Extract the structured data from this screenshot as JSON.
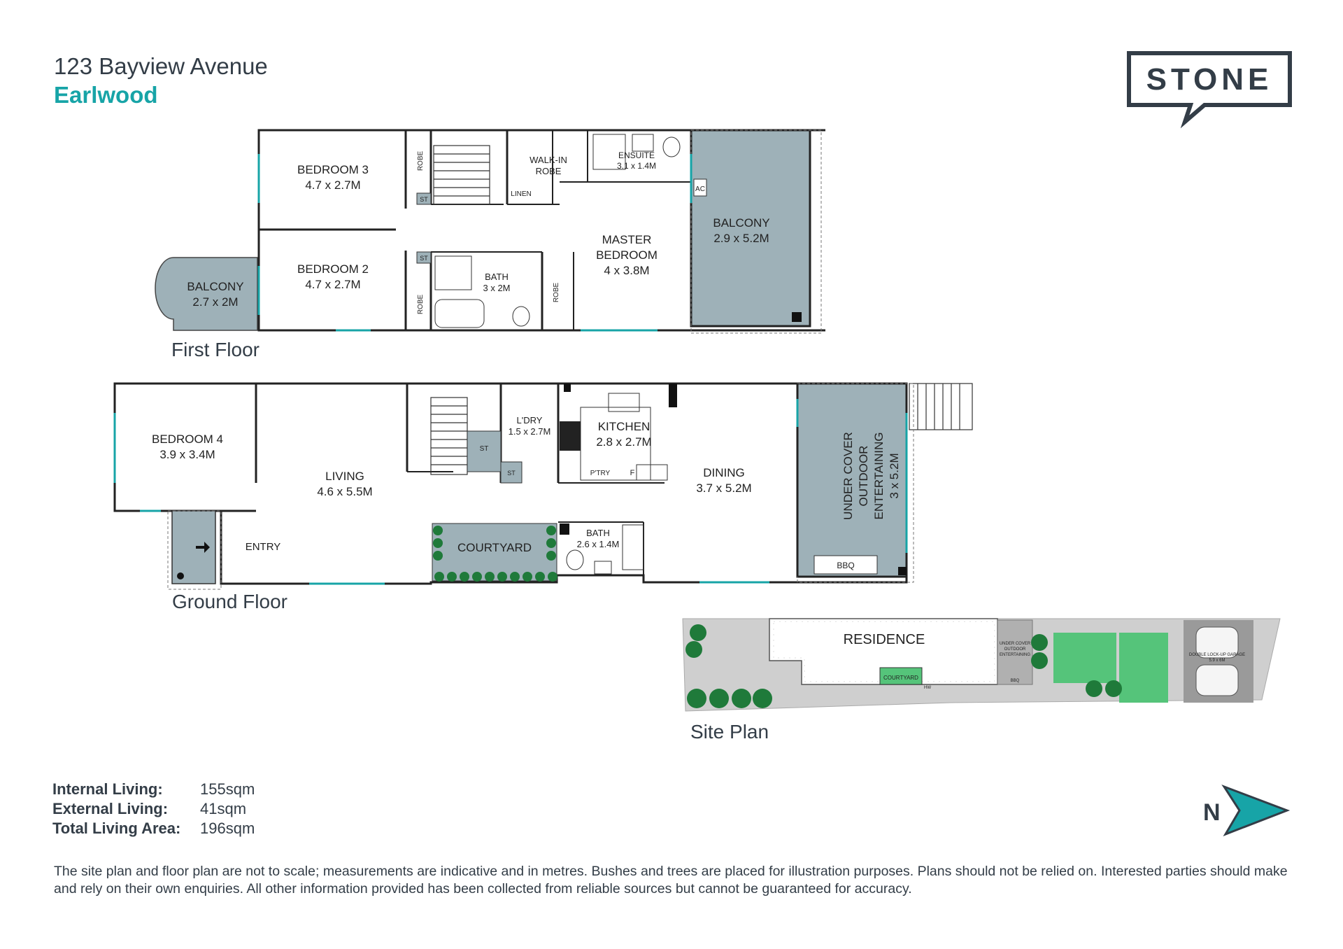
{
  "header": {
    "street": "123 Bayview Avenue",
    "suburb": "Earlwood",
    "brand": "STONE"
  },
  "floors": {
    "first_floor_label": "First Floor",
    "ground_floor_label": "Ground Floor",
    "site_plan_label": "Site Plan"
  },
  "first_floor_rooms": [
    {
      "name": "BEDROOM 3",
      "size": "4.7 x 2.7M"
    },
    {
      "name": "BEDROOM 2",
      "size": "4.7 x 2.7M"
    },
    {
      "name": "BALCONY",
      "size": "2.7 x 2M"
    },
    {
      "name": "BATH",
      "size": "3 x 2M"
    },
    {
      "name": "WALK-IN",
      "size": "ROBE"
    },
    {
      "name": "ENSUITE",
      "size": "3.1 x 1.4M"
    },
    {
      "name": "MASTER",
      "size": "BEDROOM"
    },
    {
      "name": "BALCONY",
      "size": "2.9 x 5.2M"
    }
  ],
  "first_floor_extra": {
    "master_size": "4 x 3.8M",
    "linen": "LINEN",
    "robe": "ROBE",
    "st": "ST",
    "ac": "AC"
  },
  "ground_floor_rooms": [
    {
      "name": "BEDROOM 4",
      "size": "3.9 x 3.4M"
    },
    {
      "name": "LIVING",
      "size": "4.6 x 5.5M"
    },
    {
      "name": "L'DRY",
      "size": "1.5 x 2.7M"
    },
    {
      "name": "KITCHEN",
      "size": "2.8 x 2.7M"
    },
    {
      "name": "DINING",
      "size": "3.7 x 5.2M"
    },
    {
      "name": "BATH",
      "size": "2.6 x 1.4M"
    }
  ],
  "ground_floor_extra": {
    "entry": "ENTRY",
    "courtyard": "COURTYARD",
    "ptry": "P'TRY",
    "fridge": "F",
    "bbq": "BBQ",
    "st": "ST",
    "outdoor_line1": "UNDER COVER",
    "outdoor_line2": "OUTDOOR",
    "outdoor_line3": "ENTERTAINING",
    "outdoor_size": "3 x 5.2M"
  },
  "site_plan": {
    "residence": "RESIDENCE",
    "courtyard": "COURTYARD",
    "hw": "HW",
    "bbq": "BBQ",
    "outdoor_line1": "UNDER COVER",
    "outdoor_line2": "OUTDOOR",
    "outdoor_line3": "ENTERTAINING",
    "garage_line1": "DOUBLE LOCK-UP GARAGE",
    "garage_line2": "5.9 x 6M"
  },
  "areas": [
    {
      "label": "Internal Living:",
      "value": "155sqm"
    },
    {
      "label": "External Living:",
      "value": "41sqm"
    },
    {
      "label": "Total Living Area:",
      "value": "196sqm"
    }
  ],
  "compass": "N",
  "disclaimer": "The site plan and floor plan are not to scale; measurements are indicative and in metres. Bushes and trees are placed for illustration purposes. Plans should not be relied on. Interested parties should make and rely on their own enquiries. All other information provided has been collected from reliable sources but cannot be guaranteed for accuracy.",
  "colors": {
    "accent": "#17a4a7",
    "dark": "#333d47",
    "balcony": "#9eb1b8",
    "grass": "#55c47a",
    "paving": "#c9c9c9",
    "shrub": "#1f7a3a"
  }
}
